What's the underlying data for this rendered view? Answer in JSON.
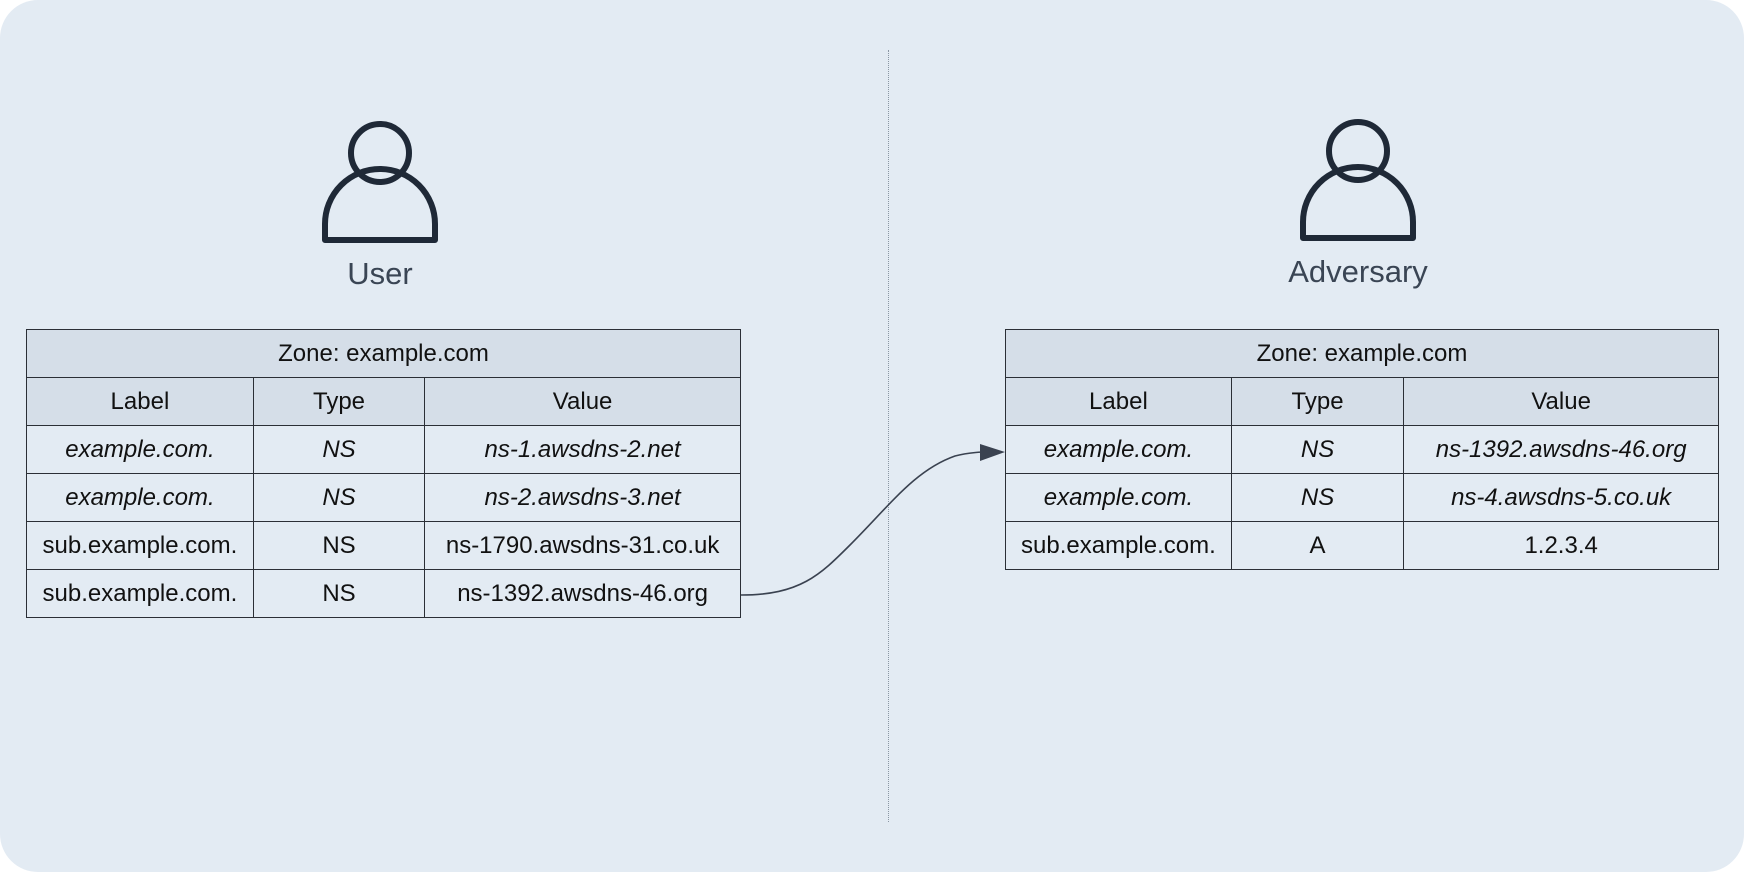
{
  "user": {
    "label": "User",
    "icon": "user-icon",
    "table": {
      "zone": "Zone: example.com",
      "columns": [
        "Label",
        "Type",
        "Value"
      ],
      "rows": [
        {
          "label": "example.com.",
          "type": "NS",
          "value": "ns-1.awsdns-2.net",
          "italic": true
        },
        {
          "label": "example.com.",
          "type": "NS",
          "value": "ns-2.awsdns-3.net",
          "italic": true
        },
        {
          "label": "sub.example.com.",
          "type": "NS",
          "value": "ns-1790.awsdns-31.co.uk",
          "italic": false
        },
        {
          "label": "sub.example.com.",
          "type": "NS",
          "value": "ns-1392.awsdns-46.org",
          "italic": false
        }
      ]
    }
  },
  "adversary": {
    "label": "Adversary",
    "icon": "user-icon",
    "table": {
      "zone": "Zone: example.com",
      "columns": [
        "Label",
        "Type",
        "Value"
      ],
      "rows": [
        {
          "label": "example.com.",
          "type": "NS",
          "value": "ns-1392.awsdns-46.org",
          "italic": true
        },
        {
          "label": "example.com.",
          "type": "NS",
          "value": "ns-4.awsdns-5.co.uk",
          "italic": true
        },
        {
          "label": "sub.example.com.",
          "type": "A",
          "value": "1.2.3.4",
          "italic": false
        }
      ]
    }
  },
  "colors": {
    "background": "#e3ebf3",
    "header": "#d5dee8",
    "icon": "#1f2937",
    "border": "#2b2f36"
  }
}
